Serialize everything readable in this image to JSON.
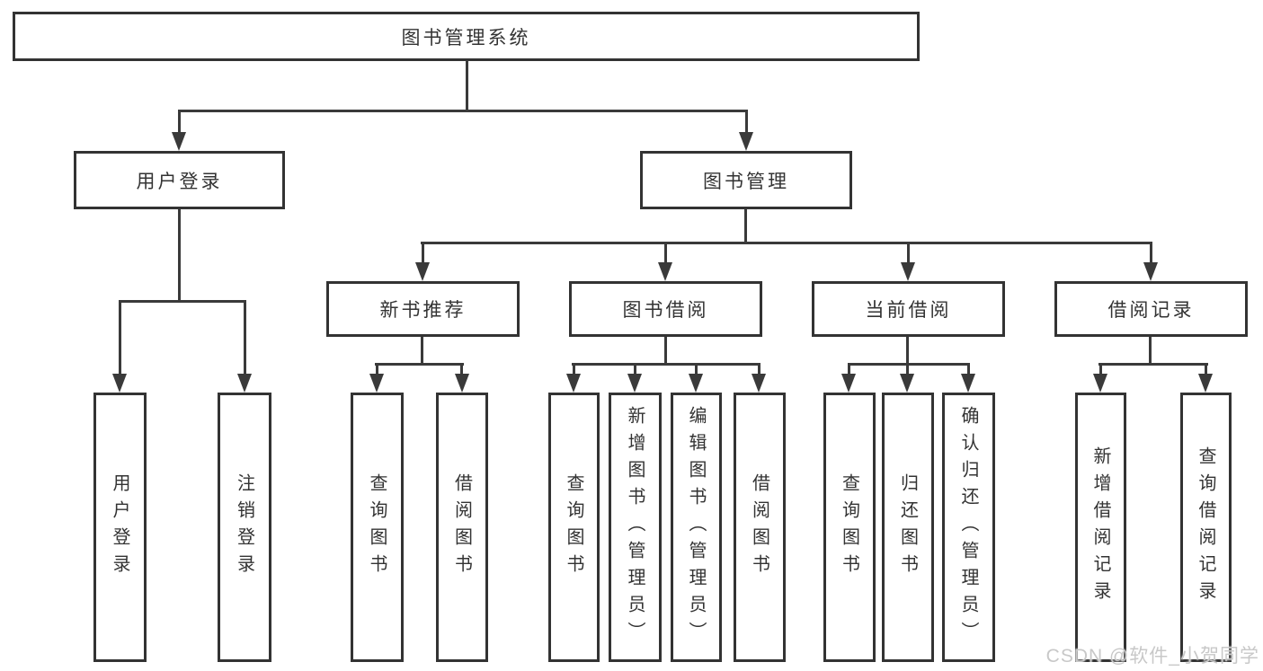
{
  "tree": {
    "root": {
      "label": "图书管理系统"
    },
    "branches": [
      {
        "label": "用户登录",
        "leaves": [
          {
            "label": "用户登录"
          },
          {
            "label": "注销登录"
          }
        ]
      },
      {
        "label": "图书管理",
        "sections": [
          {
            "label": "新书推荐",
            "leaves": [
              {
                "label": "查询图书"
              },
              {
                "label": "借阅图书"
              }
            ]
          },
          {
            "label": "图书借阅",
            "leaves": [
              {
                "label": "查询图书"
              },
              {
                "label": "新增图书（管理员）"
              },
              {
                "label": "编辑图书（管理员）"
              },
              {
                "label": "借阅图书"
              }
            ]
          },
          {
            "label": "当前借阅",
            "leaves": [
              {
                "label": "查询图书"
              },
              {
                "label": "归还图书"
              },
              {
                "label": "确认归还（管理员）"
              }
            ]
          },
          {
            "label": "借阅记录",
            "leaves": [
              {
                "label": "新增借阅记录"
              },
              {
                "label": "查询借阅记录"
              }
            ]
          }
        ]
      }
    ]
  },
  "watermark": {
    "text": "CSDN @软件_小贺同学"
  },
  "colors": {
    "line": "#3a3a3a",
    "box_border": "#333333",
    "text": "#333333",
    "watermark": "#c8c8c8",
    "background": "#ffffff"
  }
}
